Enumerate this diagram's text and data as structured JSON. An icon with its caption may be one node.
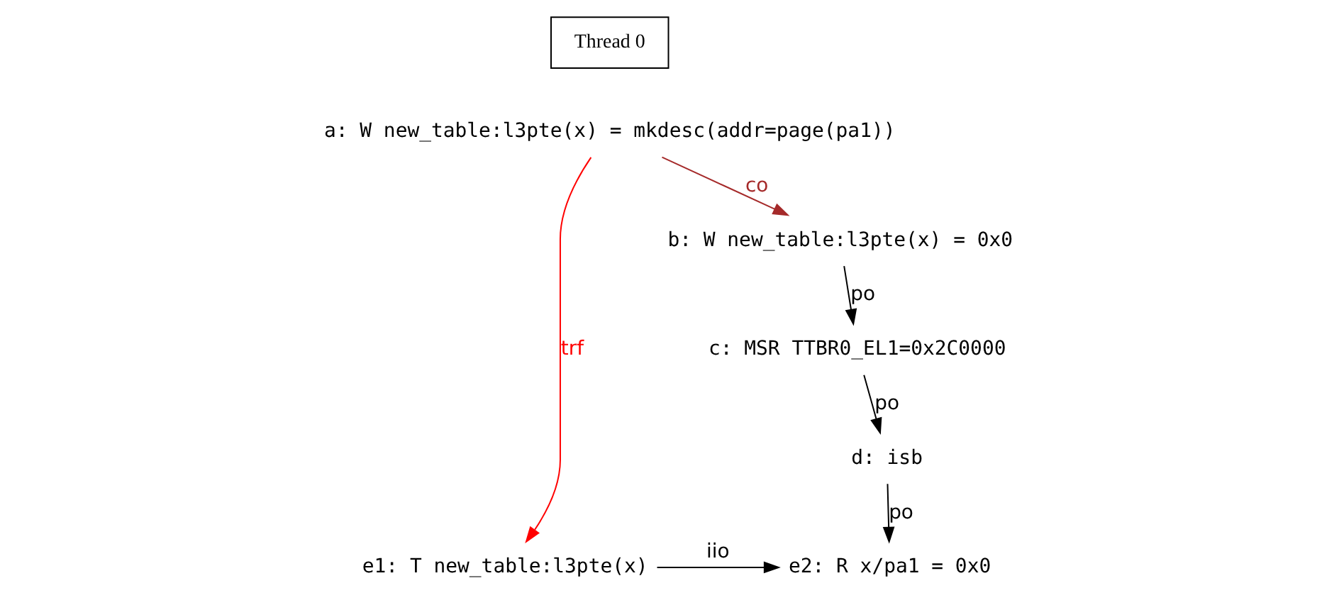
{
  "diagram": {
    "nodes": [
      {
        "text": [
          "Thread 0"
        ]
      },
      {
        "text": [
          "a: W new_table:l3pte(x) = mkdesc(addr=page(pa1))"
        ]
      },
      {
        "text": [
          "b: W new_table:l3pte(x) = 0x0"
        ]
      },
      {
        "text": [
          "c: MSR TTBR0_EL1=0x2C0000"
        ]
      },
      {
        "text": [
          "d: isb"
        ]
      },
      {
        "text": [
          "e1: T new_table:l3pte(x)"
        ]
      },
      {
        "text": [
          "e2: R x/pa1 = 0x0"
        ]
      }
    ],
    "edges": [
      {
        "from": 1,
        "to": 2,
        "arrow": "to",
        "label": "co",
        "color": "#a52a2a"
      },
      {
        "from": 2,
        "to": 3,
        "arrow": "to",
        "label": "po"
      },
      {
        "from": 3,
        "to": 4,
        "arrow": "to",
        "label": "po"
      },
      {
        "from": 4,
        "to": 6,
        "arrow": "to",
        "label": "po"
      },
      {
        "from": 1,
        "to": 5,
        "arrow": "to",
        "label": "trf",
        "color": "#ff0000"
      },
      {
        "from": 5,
        "to": 6,
        "arrow": "to",
        "label": "iio"
      }
    ]
  }
}
